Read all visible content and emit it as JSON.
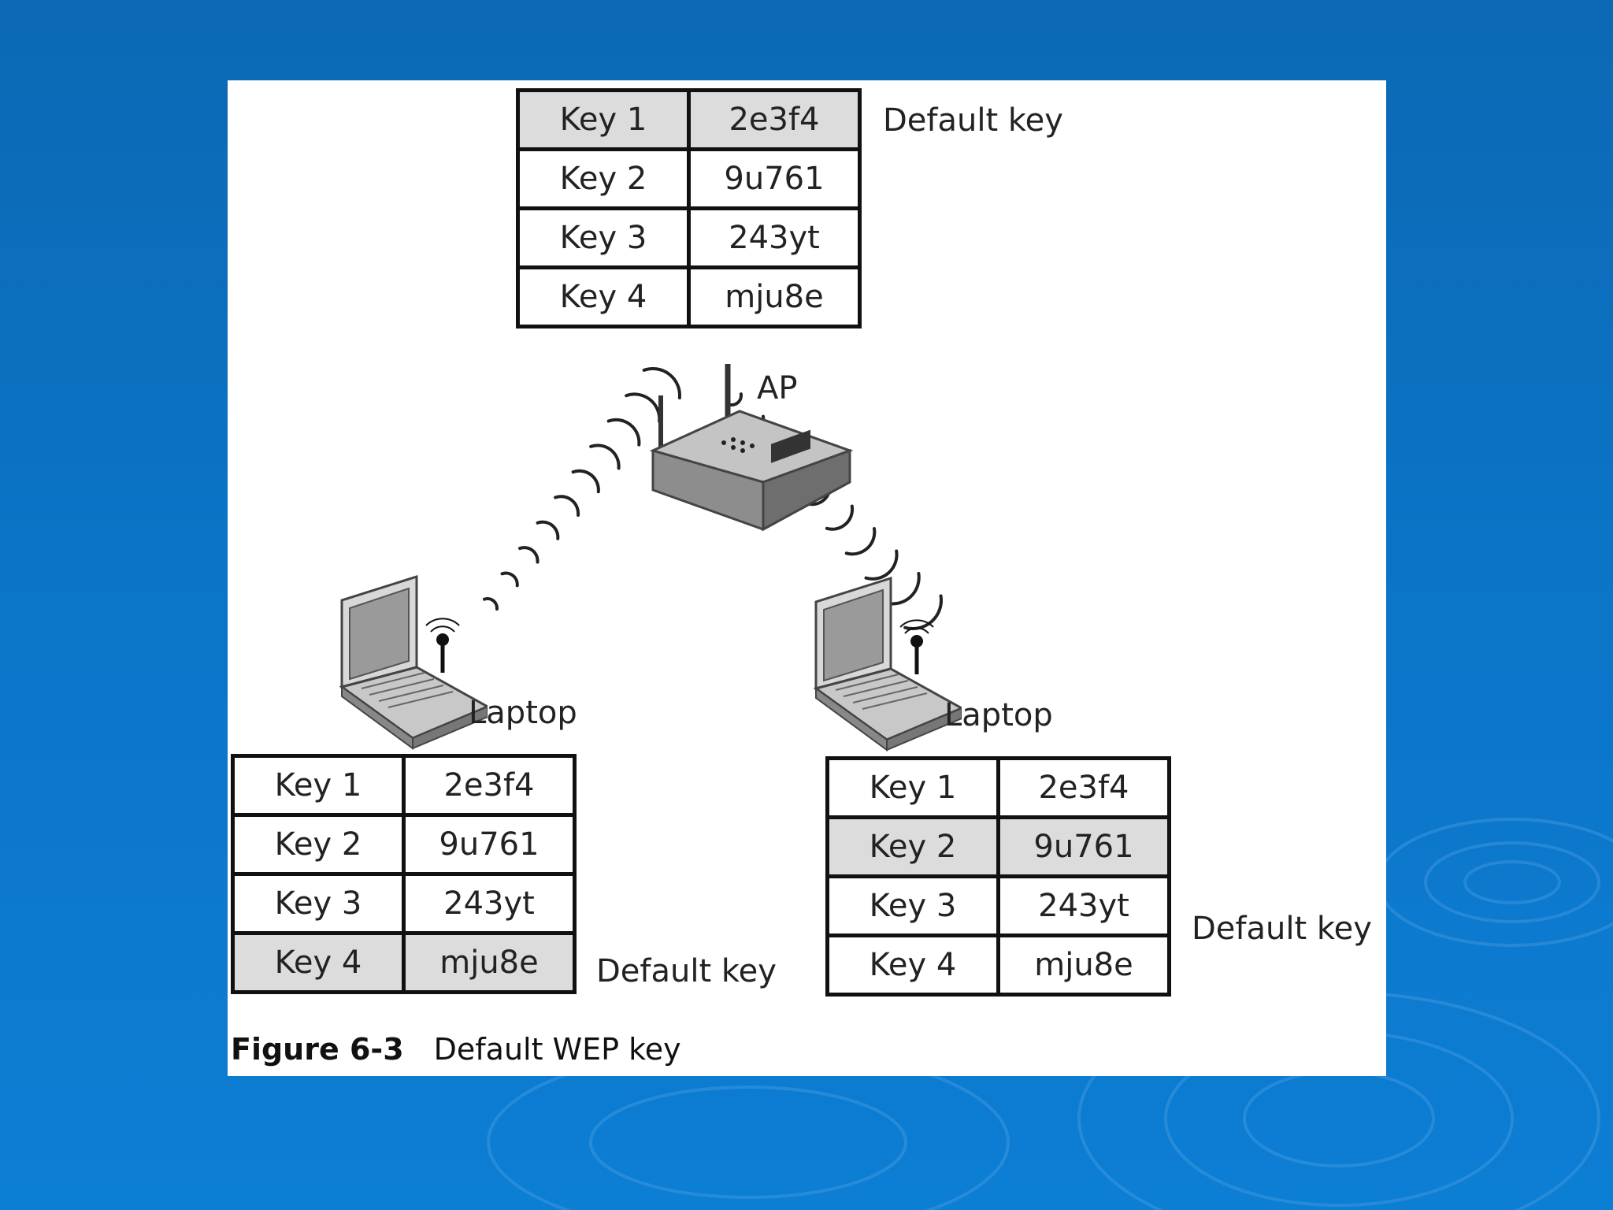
{
  "ap_label": "AP",
  "laptop_left_label": "Laptop",
  "laptop_right_label": "Laptop",
  "default_key_label": "Default key",
  "caption": {
    "number": "Figure 6-3",
    "title": "Default WEP key"
  },
  "tables": {
    "ap": {
      "default_index": 0,
      "rows": [
        {
          "key": "Key 1",
          "value": "2e3f4"
        },
        {
          "key": "Key 2",
          "value": "9u761"
        },
        {
          "key": "Key 3",
          "value": "243yt"
        },
        {
          "key": "Key 4",
          "value": "mju8e"
        }
      ]
    },
    "left": {
      "default_index": 3,
      "rows": [
        {
          "key": "Key 1",
          "value": "2e3f4"
        },
        {
          "key": "Key 2",
          "value": "9u761"
        },
        {
          "key": "Key 3",
          "value": "243yt"
        },
        {
          "key": "Key 4",
          "value": "mju8e"
        }
      ]
    },
    "right": {
      "default_index": 1,
      "rows": [
        {
          "key": "Key 1",
          "value": "2e3f4"
        },
        {
          "key": "Key 2",
          "value": "9u761"
        },
        {
          "key": "Key 3",
          "value": "243yt"
        },
        {
          "key": "Key 4",
          "value": "mju8e"
        }
      ]
    }
  },
  "colors": {
    "background": "#0b74c6",
    "highlight": "#dcdcdc",
    "border": "#111111"
  },
  "icons": [
    "access-point-icon",
    "laptop-icon",
    "signal-wave-icon"
  ]
}
